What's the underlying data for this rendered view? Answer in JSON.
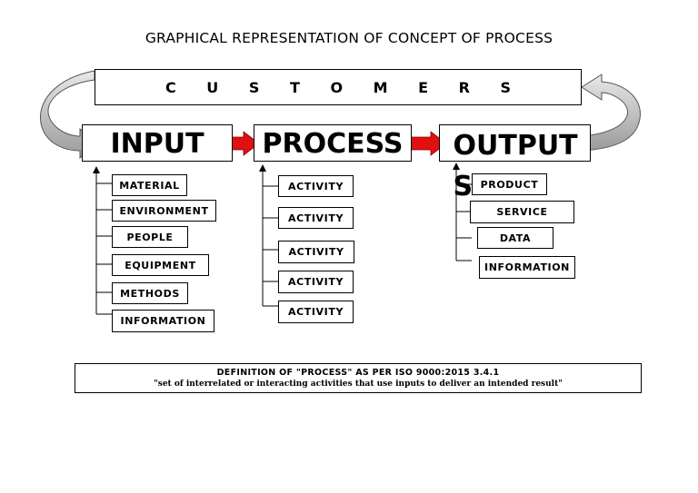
{
  "title": "GRAPHICAL REPRESENTATION OF CONCEPT OF PROCESS",
  "customers": "C U S T O M E R S",
  "stages": {
    "input": "INPUT",
    "process": "PROCESS",
    "output": "OUTPUTS"
  },
  "inputs": [
    "MATERIAL",
    "ENVIRONMENT",
    "PEOPLE",
    "EQUIPMENT",
    "METHODS",
    "INFORMATION"
  ],
  "activities": [
    "ACTIVITY",
    "ACTIVITY",
    "ACTIVITY",
    "ACTIVITY",
    "ACTIVITY"
  ],
  "outputs": [
    "PRODUCT",
    "SERVICE",
    "DATA",
    "INFORMATION"
  ],
  "definition": {
    "heading": "DEFINITION OF \"PROCESS\" AS PER ISO 9000:2015 3.4.1",
    "text": "\"set of interrelated or interacting activities that use inputs to deliver an intended result\""
  },
  "colors": {
    "arrow_red": "#e01010",
    "curved_arrow_fill": "#b8b8b8"
  }
}
